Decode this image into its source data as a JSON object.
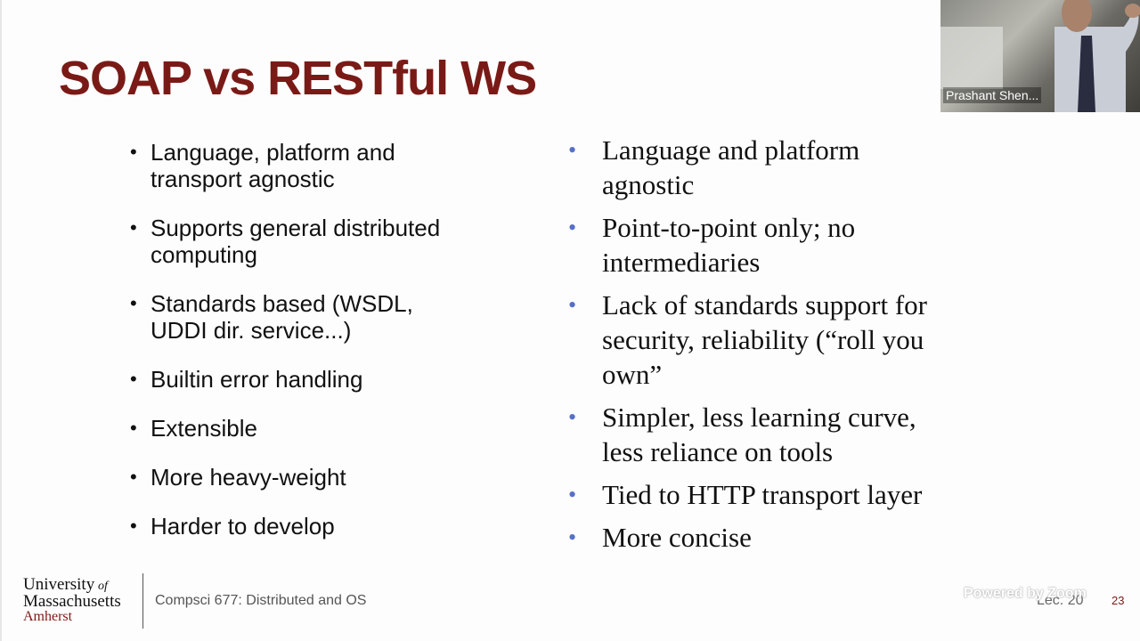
{
  "slide": {
    "title": "SOAP vs RESTful WS",
    "soap_points": [
      {
        "lines": [
          "Language, platform and",
          "transport agnostic"
        ]
      },
      {
        "lines": [
          "Supports general distributed",
          "computing"
        ]
      },
      {
        "lines": [
          "Standards based (WSDL,",
          "UDDI dir. service...)"
        ]
      },
      {
        "lines": [
          "Builtin error handling"
        ]
      },
      {
        "lines": [
          "Extensible"
        ]
      },
      {
        "lines": [
          "More heavy-weight"
        ]
      },
      {
        "lines": [
          "Harder to develop"
        ]
      }
    ],
    "rest_points": [
      {
        "lines": [
          "Language and platform",
          "agnostic"
        ]
      },
      {
        "lines": [
          "Point-to-point only; no",
          "intermediaries"
        ]
      },
      {
        "lines": [
          "Lack of standards support for",
          "security, reliability (“roll you",
          "own”"
        ]
      },
      {
        "lines": [
          "Simpler, less learning curve,",
          "less reliance on tools"
        ]
      },
      {
        "lines": [
          "Tied to HTTP transport layer"
        ]
      },
      {
        "lines": [
          "More concise"
        ]
      }
    ],
    "bullet_char": "•",
    "footer": {
      "university_line1_a": "University",
      "university_line1_b": "of",
      "university_line2": "Massachusetts",
      "university_line3": "Amherst",
      "course": "Compsci 677: Distributed and OS",
      "lecture": "Lec. 20",
      "page": "23"
    }
  },
  "video": {
    "participant_name": "Prashant Shen..."
  },
  "watermark": "Powered by Zoom",
  "colors": {
    "title": "#7a1a16",
    "rest_bullet": "#5670c8",
    "text": "#111111"
  }
}
